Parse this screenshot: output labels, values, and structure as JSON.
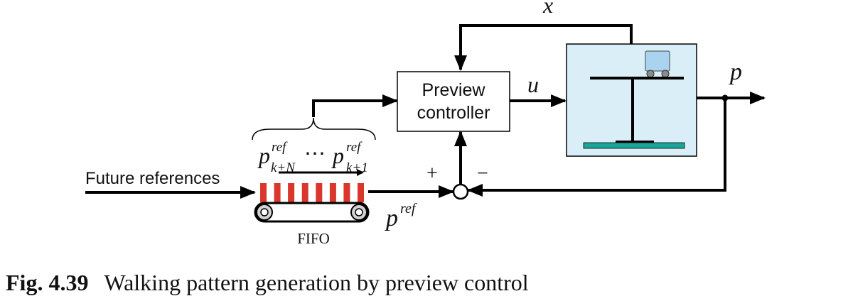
{
  "blocks": {
    "preview_controller": {
      "line1": "Preview",
      "line2": "controller"
    }
  },
  "signals": {
    "state": "x",
    "control_input": "u",
    "output": "p",
    "reference": "p",
    "reference_sup": "ref",
    "plus_sign": "+",
    "minus_sign": "−"
  },
  "buffer": {
    "input_label": "Future references",
    "fifo_label": "FIFO",
    "seq_start_base": "p",
    "seq_start_sup": "ref",
    "seq_start_sub": "k+N",
    "seq_ellipsis": "⋯",
    "seq_end_base": "p",
    "seq_end_sup": "ref",
    "seq_end_sub": "k+1",
    "slot_count": 8
  },
  "caption": {
    "fig_label": "Fig. 4.39",
    "text": "Walking pattern generation by preview control"
  },
  "colors": {
    "plant_fill": "#d9eef6",
    "cart_fill": "#a9d3ef",
    "wheel_fill": "#8c8c8c",
    "floor_fill": "#19a59a",
    "fifo_slot": "#d9372c",
    "roller_fill": "#d3d3d3"
  }
}
